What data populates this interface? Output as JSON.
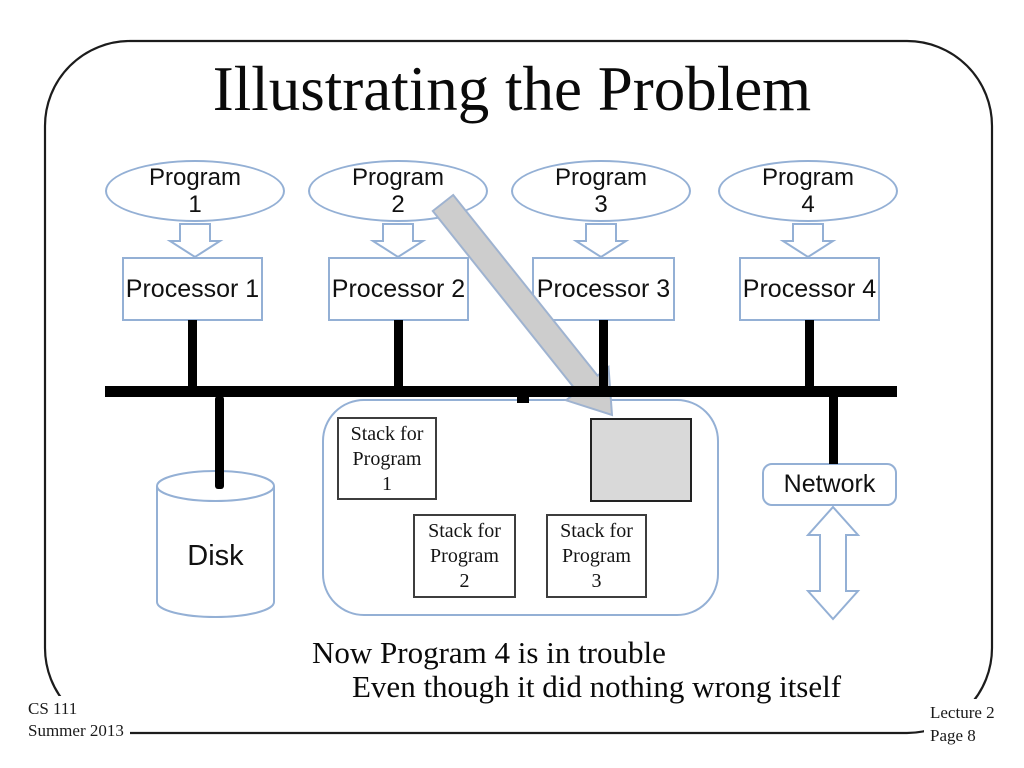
{
  "slide": {
    "title": "Illustrating the Problem",
    "programs": [
      {
        "name": "Program",
        "number": "1"
      },
      {
        "name": "Program",
        "number": "2"
      },
      {
        "name": "Program",
        "number": "3"
      },
      {
        "name": "Program",
        "number": "4"
      }
    ],
    "processors": [
      {
        "label": "Processor 1"
      },
      {
        "label": "Processor 2"
      },
      {
        "label": "Processor 3"
      },
      {
        "label": "Processor 4"
      }
    ],
    "memory": {
      "stacks": [
        {
          "line1": "Stack for",
          "line2": "Program",
          "line3": "1"
        },
        {
          "line1": "Stack for",
          "line2": "Program",
          "line3": "2"
        },
        {
          "line1": "Stack for",
          "line2": "Program",
          "line3": "3"
        }
      ]
    },
    "disk": {
      "label": "Disk"
    },
    "network": {
      "label": "Network"
    },
    "caption": {
      "line1": "Now Program 4 is in trouble",
      "line2": "Even though it did nothing wrong itself"
    },
    "footer": {
      "course": "CS 111",
      "term": "Summer 2013",
      "lecture": "Lecture 2",
      "page": "Page 8"
    },
    "colors": {
      "shape_outline_blue": "#94b0d5",
      "bus_black": "#000000",
      "corruption_arrow_fill": "#cdcdcd",
      "corrupted_square_fill": "#d9d9d9"
    }
  }
}
